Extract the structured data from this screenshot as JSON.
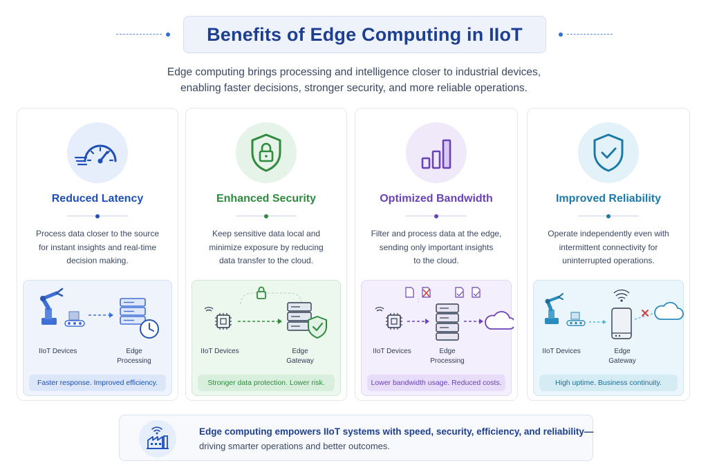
{
  "header": {
    "title": "Benefits of Edge Computing in IIoT",
    "subtitle_line1": "Edge computing brings processing and intelligence closer to industrial devices,",
    "subtitle_line2": "enabling faster decisions, stronger security, and more reliable operations."
  },
  "colors": {
    "latency": "#1e4fb8",
    "security": "#2e8b3e",
    "bandwidth": "#6a42b8",
    "reliability": "#1d7aa8"
  },
  "cards": [
    {
      "title": "Reduced Latency",
      "icon": "speedometer-icon",
      "desc": [
        "Process data closer to the source",
        "for instant insights and real-time",
        "decision making."
      ],
      "left_label": "IIoT Devices",
      "right_label_1": "Edge",
      "right_label_2": "Processing",
      "badge": "Faster response. Improved efficiency."
    },
    {
      "title": "Enhanced Security",
      "icon": "shield-lock-icon",
      "desc": [
        "Keep sensitive data local and",
        "minimize exposure by reducing",
        "data transfer to the cloud."
      ],
      "left_label": "IIoT Devices",
      "right_label_1": "Edge",
      "right_label_2": "Gateway",
      "badge": "Stronger data protection. Lower risk."
    },
    {
      "title": "Optimized Bandwidth",
      "icon": "bar-chart-icon",
      "desc": [
        "Filter and process data at the edge,",
        "sending only important insights",
        "to the cloud."
      ],
      "left_label": "IIoT Devices",
      "right_label_1": "Edge",
      "right_label_2": "Processing",
      "badge": "Lower bandwidth usage. Reduced costs."
    },
    {
      "title": "Improved Reliability",
      "icon": "shield-check-icon",
      "desc": [
        "Operate independently even with",
        "intermittent connectivity for",
        "uninterrupted operations."
      ],
      "left_label": "IIoT Devices",
      "right_label_1": "Edge",
      "right_label_2": "Gateway",
      "badge": "High uptime. Business continuity."
    }
  ],
  "footer": {
    "line1": "Edge computing empowers IIoT systems with speed, security, efficiency, and reliability—",
    "line2": "driving smarter operations and better outcomes.",
    "icon": "smart-factory-icon"
  }
}
